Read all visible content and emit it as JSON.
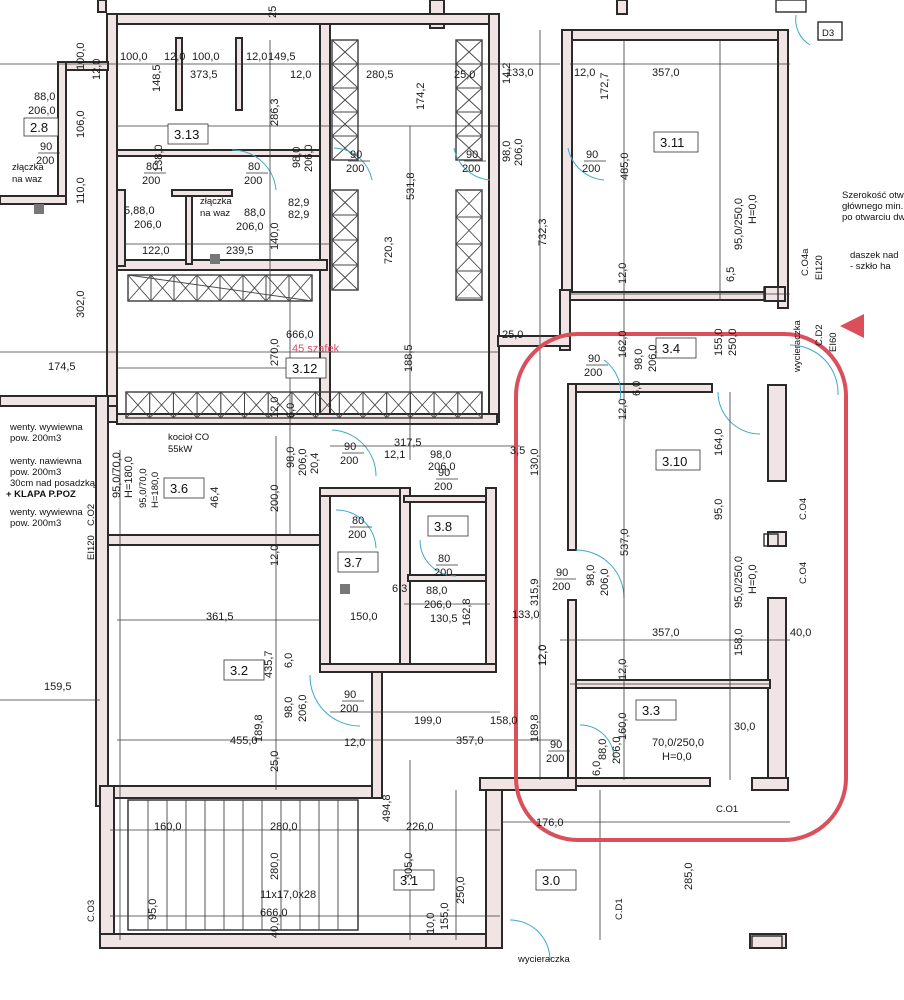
{
  "rooms": [
    {
      "id": "3.13",
      "label": "3.13"
    },
    {
      "id": "3.12",
      "label": "3.12"
    },
    {
      "id": "3.11",
      "label": "3.11"
    },
    {
      "id": "3.10",
      "label": "3.10"
    },
    {
      "id": "3.4",
      "label": "3.4"
    },
    {
      "id": "3.3",
      "label": "3.3"
    },
    {
      "id": "3.6",
      "label": "3.6"
    },
    {
      "id": "3.7",
      "label": "3.7"
    },
    {
      "id": "3.8",
      "label": "3.8"
    },
    {
      "id": "3.2",
      "label": "3.2"
    },
    {
      "id": "3.1",
      "label": "3.1"
    },
    {
      "id": "3.0",
      "label": "3.0"
    },
    {
      "id": "2.8",
      "label": "2.8"
    }
  ],
  "dimensions": {
    "top": [
      "100,0",
      "12,0",
      "100,0",
      "12,0",
      "149,5",
      "12,0",
      "280,5",
      "174,2",
      "25,0",
      "14,2",
      "133,0",
      "12,0",
      "357,0",
      "172,7",
      "25"
    ],
    "row2": [
      "148,5",
      "373,5",
      "286,3",
      "138,0",
      "80",
      "200",
      "80",
      "200",
      "98,0",
      "206,0",
      "531,8",
      "720,3",
      "732,3",
      "485,0",
      "98,0",
      "206,0"
    ],
    "left": [
      "100,0",
      "12,0",
      "88,0",
      "206,0",
      "106,0",
      "80",
      "200",
      "110,0",
      "302,0",
      "174,5",
      "5,88,0",
      "206,0",
      "122,0",
      "239,5",
      "88,0",
      "206,0",
      "82,9",
      "82,9",
      "140,0"
    ],
    "mid": [
      "666,0",
      "270,0",
      "188,5",
      "25,0",
      "12,0",
      "6,0",
      "317,5",
      "98,0",
      "206,0",
      "12,1",
      "98,0",
      "206,0",
      "130,0",
      "3,5"
    ],
    "lower": [
      "361,5",
      "435,7",
      "6,0",
      "98,0",
      "206,0",
      "189,8",
      "455,0",
      "25,0",
      "12,0",
      "199,0",
      "158,0",
      "357,0",
      "494,8",
      "226,0",
      "305,0",
      "155,0",
      "250,0",
      "10,0",
      "176,0",
      "285,0",
      "160,0",
      "280,0",
      "280,0",
      "95,0",
      "666,0",
      "40,0"
    ],
    "right": [
      "12,0",
      "162,0",
      "98,0",
      "206,0",
      "155,0",
      "250,0",
      "164,0",
      "95,0",
      "537,0",
      "95,0/250,0",
      "H=0,0",
      "158,0",
      "40,0",
      "357,0",
      "12,0",
      "160,0",
      "88,0",
      "206,0",
      "189,8",
      "12,0",
      "70,0/250,0",
      "H=0,0",
      "30,0",
      "315,9",
      "133,0",
      "98,0",
      "206,0",
      "6,0",
      "95,0/250,0",
      "H=0,0",
      "12,0",
      "6,5"
    ],
    "misc": [
      "95,0/70,0",
      "H=180,0",
      "46,4",
      "200,0",
      "12,0",
      "98,0",
      "206,0",
      "20,4",
      "6,3",
      "88,0",
      "206,0",
      "130,5",
      "162,8",
      "150,0",
      "159,5",
      "11x17,0x28",
      "45 szafek",
      "kocioł CO",
      "55kW",
      "6,0",
      "12,0"
    ]
  },
  "door_tags": [
    {
      "w": "90",
      "h": "200"
    },
    {
      "w": "80",
      "h": "200"
    },
    {
      "w": "80",
      "h": "200"
    },
    {
      "w": "90",
      "h": "200"
    },
    {
      "w": "90",
      "h": "200"
    },
    {
      "w": "90",
      "h": "200"
    },
    {
      "w": "90",
      "h": "200"
    },
    {
      "w": "90",
      "h": "200"
    },
    {
      "w": "90",
      "h": "200"
    },
    {
      "w": "80",
      "h": "200"
    },
    {
      "w": "80",
      "h": "200"
    },
    {
      "w": "90",
      "h": "200"
    },
    {
      "w": "90",
      "h": "200"
    },
    {
      "w": "90",
      "h": "200"
    },
    {
      "w": "80",
      "h": "200"
    }
  ],
  "notes": {
    "zlaczka_waz_1": "złączka",
    "zlaczka_waz_2": "na waz",
    "zlaczka2_1": "złączka",
    "zlaczka2_2": "na waz",
    "szafek": "45 szafek",
    "kociol_1": "kocioł CO",
    "kociol_2": "55kW",
    "went_wyw_1": "wenty. wywiewna",
    "went_wyw_2": "pow. 200m3",
    "went_naw_1": "wenty. nawiewna",
    "went_naw_2": "pow. 200m3",
    "went_naw_3": "30cm nad posadzką",
    "klapa": "+ KLAPA P.POZ",
    "went_wyw2_1": "wenty. wywiewna",
    "went_wyw2_2": "pow. 200m3",
    "szerokosc_1": "Szerokość otw",
    "szerokosc_2": "głównego min.",
    "szerokosc_3": "po otwarciu dw",
    "daszek_1": "daszek nad",
    "daszek_2": "- szkło ha",
    "wycieraczka_1": "wycieraczka",
    "wycieraczka_2": "wycieraczka",
    "okno_36": "95,0/70,0",
    "okno_36_h": "H=180,0",
    "schody": "11x17,0x28",
    "ei120_1": "EI120",
    "ei120_2": "EI120",
    "ei60": "EI60"
  },
  "tags": {
    "D3": "D3",
    "C04a": "C.O4a",
    "D2": "C.D2",
    "C04_1": "C.O4",
    "C04_2": "C.O4",
    "C02": "C.O2",
    "C03": "C.O3",
    "C01": "C.O1",
    "D1": "C.D1",
    "E160": "EI60"
  },
  "colors": {
    "wall_fill": "#f1e4e4",
    "highlight": "#d9505a",
    "door": "#3fa9c9",
    "szafek": "#d9506a"
  }
}
